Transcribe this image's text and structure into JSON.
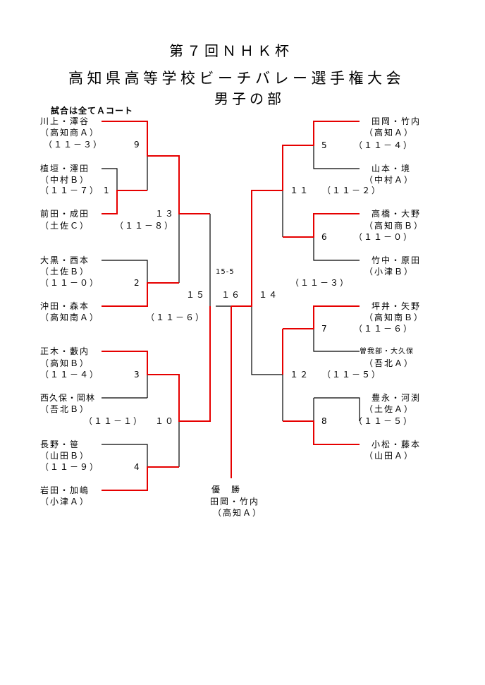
{
  "header": {
    "title": "第７回ＮＨＫ杯",
    "subtitle": "高知県高等学校ビーチバレー選手権大会",
    "division": "男子の部",
    "note": "試合は全てＡコート"
  },
  "left_teams": [
    {
      "name": "川上・澤谷",
      "school": "（高知商Ａ）"
    },
    {
      "name": "植垣・澤田",
      "school": "（中村Ｂ）"
    },
    {
      "name": "前田・成田",
      "school": "（土佐Ｃ）"
    },
    {
      "name": "大黒・西本",
      "school": "（土佐Ｂ）"
    },
    {
      "name": "沖田・森本",
      "school": "（高知南Ａ）"
    },
    {
      "name": "正木・藪内",
      "school": "（高知Ｂ）"
    },
    {
      "name": "西久保・岡林",
      "school": "（吾北Ｂ）"
    },
    {
      "name": "長野・笹",
      "school": "（山田Ｂ）"
    },
    {
      "name": "岩田・加嶋",
      "school": "（小津Ａ）"
    }
  ],
  "right_teams": [
    {
      "name": "田岡・竹内",
      "school": "（高知Ａ）"
    },
    {
      "name": "山本・境",
      "school": "（中村Ａ）"
    },
    {
      "name": "高橋・大野",
      "school": "（高知商Ｂ）"
    },
    {
      "name": "竹中・原田",
      "school": "（小津Ｂ）"
    },
    {
      "name": "坪井・矢野",
      "school": "（高知南Ｂ）"
    },
    {
      "name": "曽我部・大久保",
      "school": "（吾北Ａ）"
    },
    {
      "name": "豊永・河渕",
      "school": "（土佐Ａ）"
    },
    {
      "name": "小松・藤本",
      "school": "（山田Ａ）"
    }
  ],
  "matches": {
    "m1": {
      "no": "1",
      "score": "（１１－７）"
    },
    "m2": {
      "no": "2",
      "score": "（１１－０）"
    },
    "m3": {
      "no": "3",
      "score": "（１１－４）"
    },
    "m4": {
      "no": "4",
      "score": "（１１－９）"
    },
    "m5": {
      "no": "5",
      "score": "（１１－４）"
    },
    "m6": {
      "no": "6",
      "score": "（１１－０）"
    },
    "m7": {
      "no": "7",
      "score": "（１１－６）"
    },
    "m8": {
      "no": "8",
      "score": "（１１－５）"
    },
    "m9": {
      "no": "9",
      "score": "（１１－３）"
    },
    "m10": {
      "no": "１０",
      "score": "（１１－１）"
    },
    "m11": {
      "no": "１１",
      "score": "（１１－２）"
    },
    "m12": {
      "no": "１２",
      "score": "（１１－５）"
    },
    "m13": {
      "no": "１３",
      "score": "（１１－８）"
    },
    "m14": {
      "no": "１４",
      "score": "（１１－３）"
    },
    "m15": {
      "no": "１５",
      "score": "（１１－６）"
    },
    "m16": {
      "no": "１６",
      "score": "15-5"
    }
  },
  "champion": {
    "label": "優　勝",
    "name": "田岡・竹内",
    "school": "（高知Ａ）"
  },
  "colors": {
    "winner_line": "#e60000",
    "line": "#000000"
  }
}
